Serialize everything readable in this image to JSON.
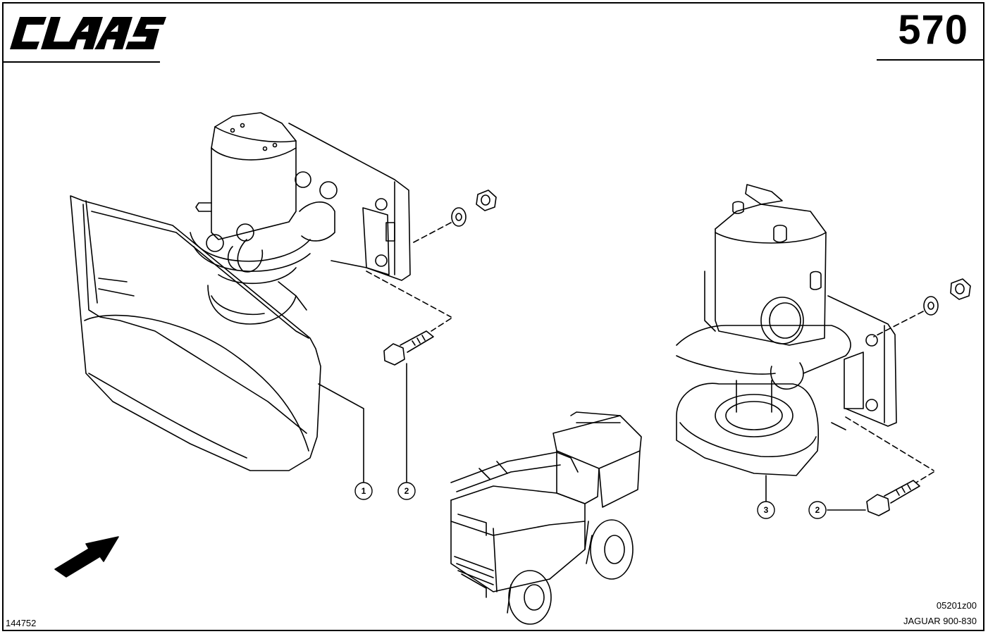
{
  "header": {
    "brand": "CLAAS",
    "page_number": "570"
  },
  "callouts": [
    {
      "id": "1",
      "label": "1"
    },
    {
      "id": "2a",
      "label": "2"
    },
    {
      "id": "3",
      "label": "3"
    },
    {
      "id": "2b",
      "label": "2"
    }
  ],
  "footer": {
    "doc_id": "144752",
    "drawing_code": "05201z00",
    "model": "JAGUAR 900-830"
  },
  "colors": {
    "line": "#000000",
    "background": "#ffffff"
  }
}
